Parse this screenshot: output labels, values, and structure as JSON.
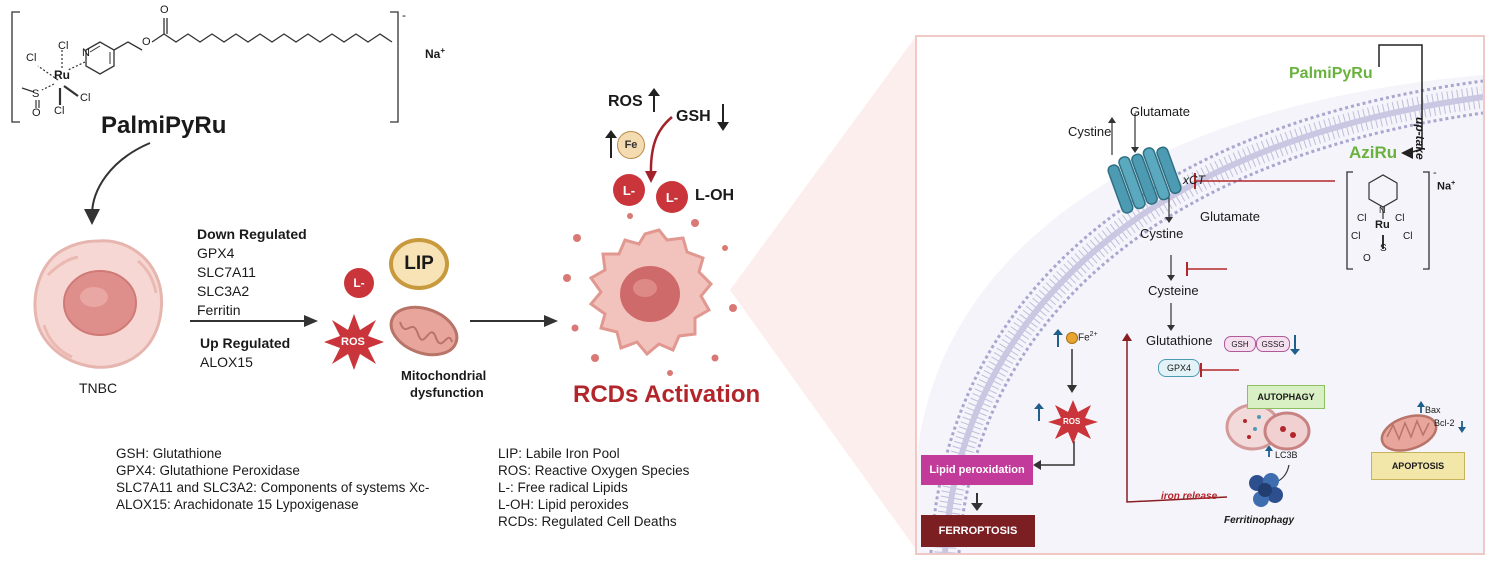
{
  "compound": {
    "name": "PalmiPyRu",
    "charge": "-",
    "counter_ion": "Na",
    "counter_ion_charge": "+",
    "atoms": {
      "cl": "Cl",
      "ru": "Ru",
      "s": "S",
      "o": "O",
      "n": "N"
    }
  },
  "cell": {
    "label": "TNBC"
  },
  "regulation": {
    "down_title": "Down Regulated",
    "down_items": [
      "GPX4",
      "SLC7A11",
      "SLC3A2",
      "Ferritin"
    ],
    "up_title": "Up Regulated",
    "up_items": [
      "ALOX15"
    ]
  },
  "effects": {
    "lip": "LIP",
    "l_radical": "L-",
    "ros": "ROS",
    "mito_line1": "Mitochondrial",
    "mito_line2": "dysfunction"
  },
  "activation": {
    "ros": "ROS",
    "gsh": "GSH",
    "fe": "Fe",
    "l_radical": "L-",
    "l_oh": "L-OH",
    "title": "RCDs Activation"
  },
  "legend_left": [
    "GSH: Glutathione",
    "GPX4: Glutathione Peroxidase",
    "SLC7A11 and SLC3A2: Components of systems Xc-",
    "ALOX15: Arachidonate 15 Lypoxigenase"
  ],
  "legend_right": [
    "LIP: Labile Iron Pool",
    "ROS: Reactive Oxygen Species",
    "L-: Free radical Lipids",
    "L-OH: Lipid peroxides",
    "RCDs: Regulated Cell Deaths"
  ],
  "mechanism": {
    "palmipyru": "PalmiPyRu",
    "uptake": "up-take",
    "aziru": "AziRu",
    "aziru_charge": "-",
    "na": "Na",
    "na_charge": "+",
    "glutamate_top": "Glutamate",
    "cystine_top": "Cystine",
    "xct": "xCT",
    "glutamate_right": "Glutamate",
    "cystine_in": "Cystine",
    "cysteine": "Cysteine",
    "glutathione": "Glutathione",
    "gsh": "GSH",
    "gssg": "GSSG",
    "gpx4": "GPX4",
    "fe2": "Fe",
    "fe2_charge": "2+",
    "ros": "ROS",
    "autophagy": "AUTOPHAGY",
    "lc3b": "LC3B",
    "bax": "Bax",
    "bcl2": "Bcl-2",
    "apoptosis": "APOPTOSIS",
    "lipid_peroxidation": "Lipid peroxidation",
    "ferroptosis": "FERROPTOSIS",
    "iron_release": "iron release",
    "ferritinophagy": "Ferritinophagy"
  },
  "colors": {
    "red_accent": "#b2262b",
    "green_accent": "#6ab23f",
    "lipid_box": "#c23b9a",
    "ferroptosis_box": "#7b1f23",
    "autophagy_box": "#d9f0c4",
    "apoptosis_box": "#f2e6a8",
    "channel": "#4c9bb2",
    "panel_border": "#f0c8c6"
  }
}
